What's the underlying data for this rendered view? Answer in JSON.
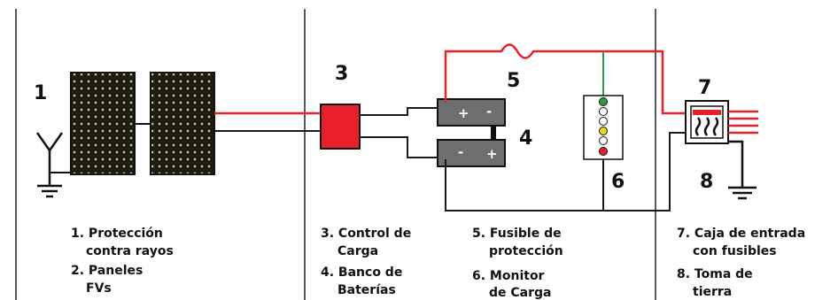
{
  "numbers": {
    "n1": "1",
    "n3": "3",
    "n4": "4",
    "n5": "5",
    "n6": "6",
    "n7": "7",
    "n8": "8"
  },
  "terminals": {
    "plus": "+",
    "minus": "-"
  },
  "captions": {
    "c1_line1": "1. Protección",
    "c1_line2": "contra rayos",
    "c2_line1": "2. Paneles",
    "c2_line2": "FVs",
    "c3_line1": "3. Control de",
    "c3_line2": "Carga",
    "c4_line1": "4. Banco de",
    "c4_line2": "Baterías",
    "c5_line1": "5. Fusible de",
    "c5_line2": "protección",
    "c6_line1": "6. Monitor",
    "c6_line2": "de Carga",
    "c7_line1": "7. Caja de entrada",
    "c7_line2": "con fusibles",
    "c8_line1": "8. Toma de",
    "c8_line2": "tierra"
  },
  "colors": {
    "wire_positive": "#e8202a",
    "wire_negative": "#1a1a1a",
    "panel_fill": "#1c1c1c",
    "panel_dots": "#d8c83a",
    "charge_controller": "#e8202a",
    "battery": "#6e6e6e",
    "monitor_green": "#2e9e3a",
    "monitor_yellow": "#e8d81e",
    "monitor_red": "#e8202a"
  }
}
